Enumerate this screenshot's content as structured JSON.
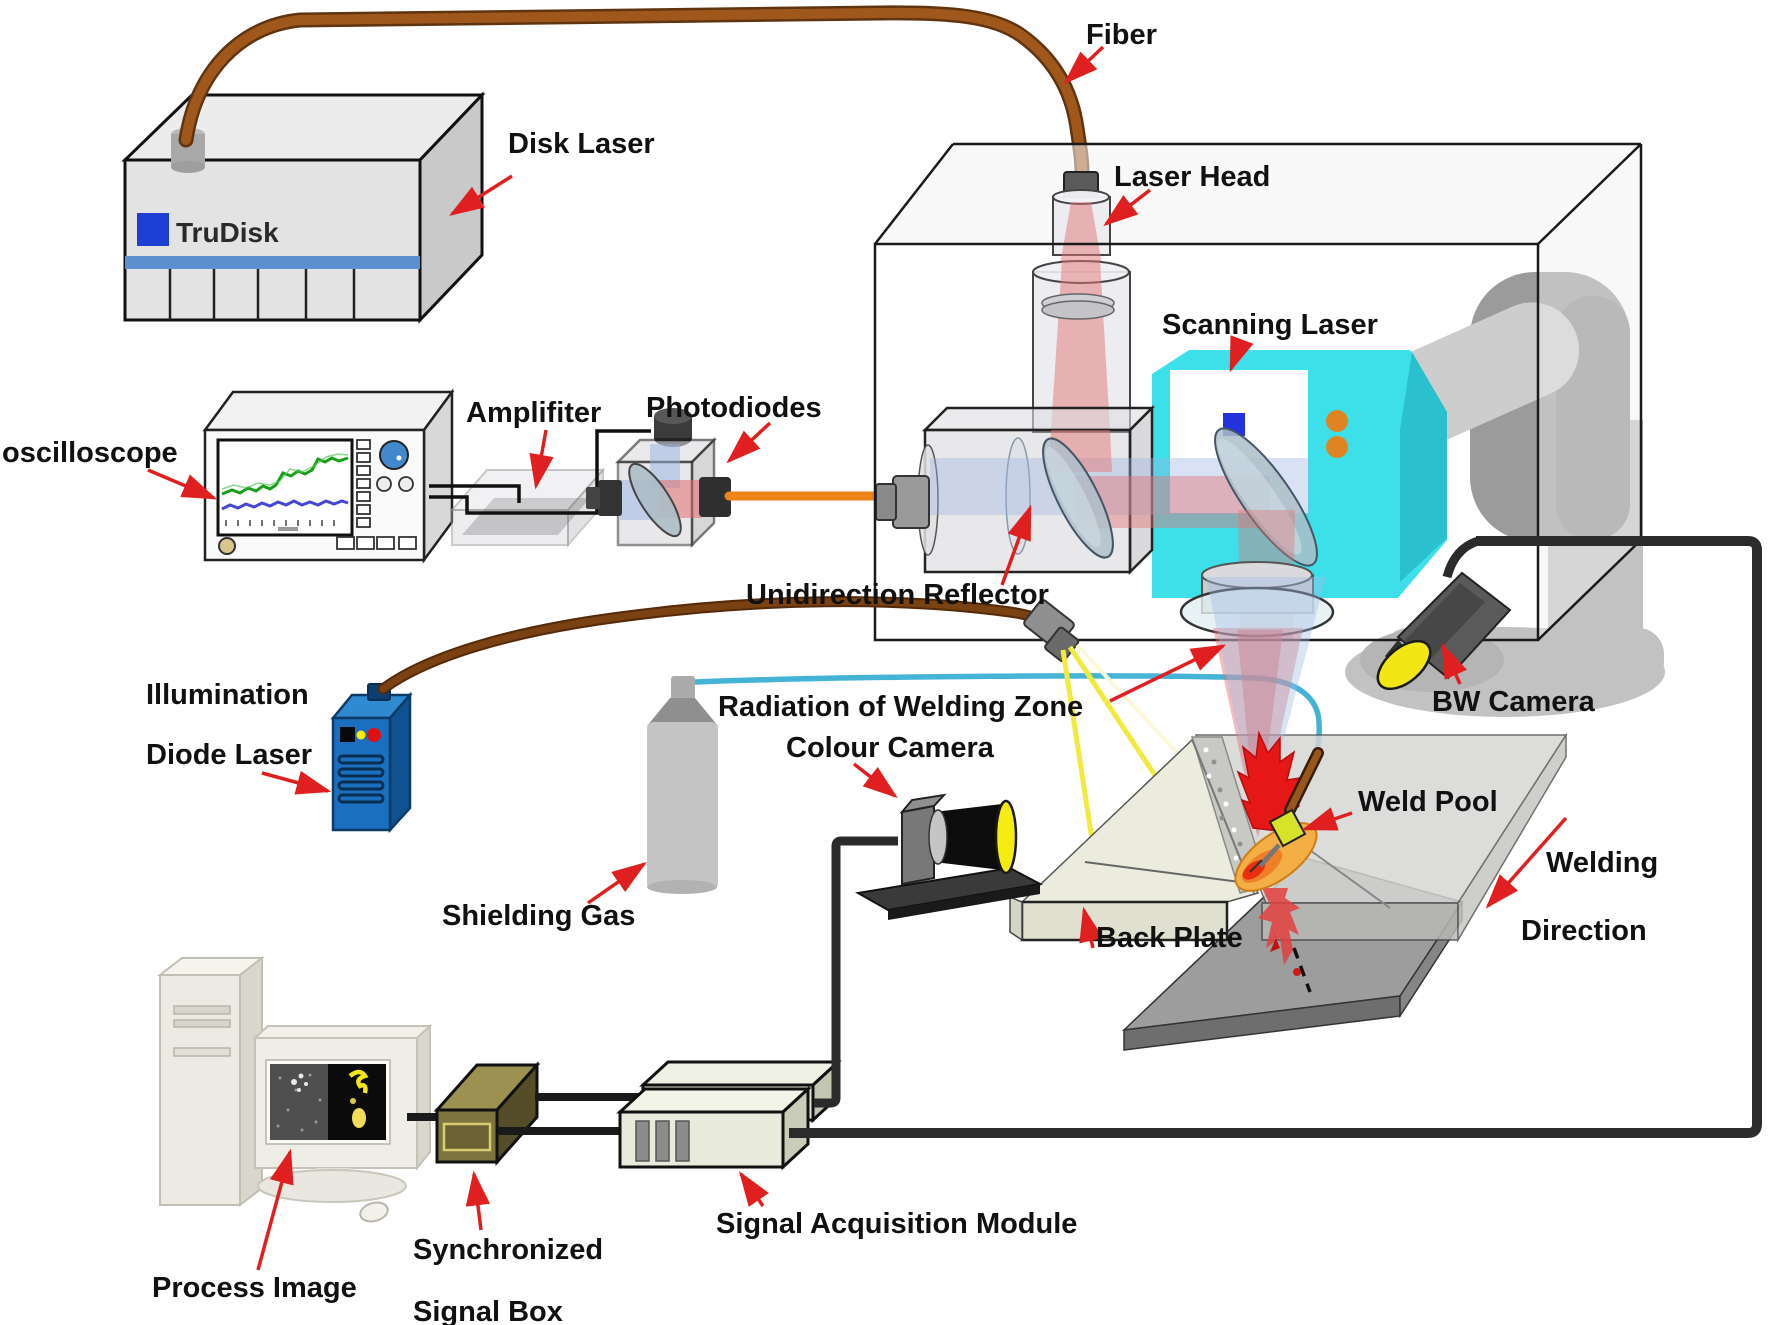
{
  "diagram": {
    "type": "laser-welding-experimental-setup",
    "labels": {
      "fiber": "Fiber",
      "disk_laser": "Disk Laser",
      "trudisk": "TruDisk",
      "oscilloscope": "oscilloscope",
      "amplifiter": "Amplifiter",
      "photodiodes": "Photodiodes",
      "laser_head": "Laser Head",
      "scanning_laser": "Scanning Laser",
      "unidirection_reflector": "Unidirection Reflector",
      "radiation_welding_zone": "Radiation of Welding Zone",
      "colour_camera": "Colour Camera",
      "bw_camera": "BW Camera",
      "illumination": "Illumination",
      "diode_laser": "Diode Laser",
      "shielding_gas": "Shielding Gas",
      "weld_pool": "Weld Pool",
      "welding": "Welding",
      "direction": "Direction",
      "back_plate": "Back Plate",
      "process_image": "Process Image",
      "synchronized": "Synchronized",
      "signal_box": "Signal Box",
      "signal_acquisition_module": "Signal Acquisition Module"
    },
    "colors": {
      "annotation_arrow_red": "#e02020",
      "laser_fiber_brown": "#a0571c",
      "illumination_fiber_brown": "#7a4213",
      "photodiode_fiber_orange": "#ee8418",
      "scanner_cyan": "#3ddfe9",
      "diode_laser_blue": "#1a6fbe",
      "trudisk_logo_blue": "#1d3fd4",
      "trudisk_stripe_blue": "#5b8fd0",
      "signal_box_olive": "#7d7440",
      "gas_tube_blue": "#45b3d6",
      "weld_pool_orange": "#f3ae45",
      "plume_red": "#e61717",
      "beam_pink": "rgba(225,118,118,0.45)",
      "beam_blue": "rgba(155,180,225,0.38)",
      "illumination_beam_yellow": "#f2ea3e"
    }
  }
}
